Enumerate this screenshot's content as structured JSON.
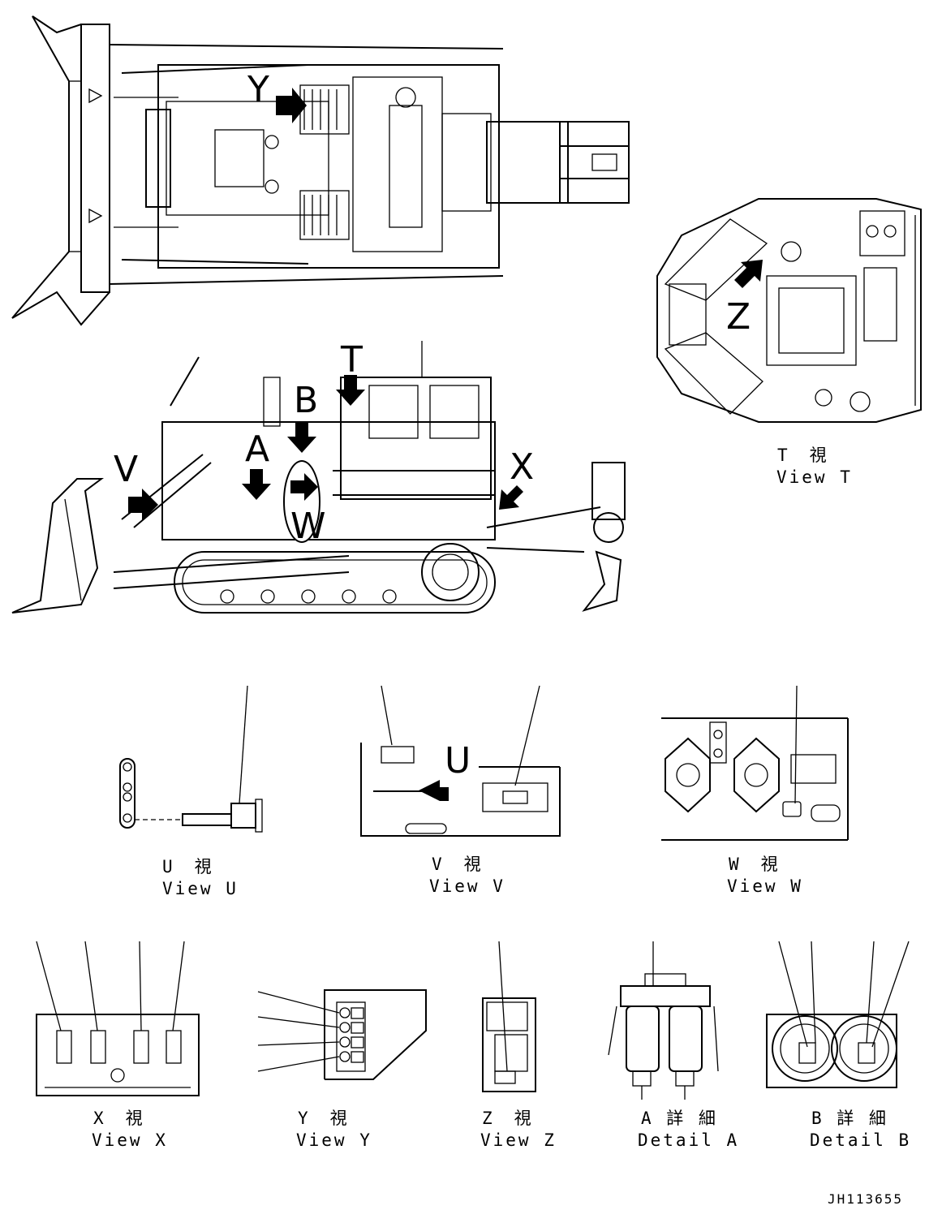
{
  "callouts": {
    "Y": "Y",
    "Z": "Z",
    "T": "T",
    "B": "B",
    "A": "A",
    "V": "V",
    "X": "X",
    "W": "W",
    "U": "U"
  },
  "captions": {
    "view_t": {
      "jp": "T　視",
      "en": "View T"
    },
    "view_u": {
      "jp": "U　視",
      "en": "View U"
    },
    "view_v": {
      "jp": "V　視",
      "en": "View V"
    },
    "view_w": {
      "jp": "W　視",
      "en": "View W"
    },
    "view_x": {
      "jp": "X　視",
      "en": "View X"
    },
    "view_y": {
      "jp": "Y　視",
      "en": "View Y"
    },
    "view_z": {
      "jp": "Z　視",
      "en": "View Z"
    },
    "detail_a": {
      "jp": "A 詳 細",
      "en": "Detail A"
    },
    "detail_b": {
      "jp": "B 詳 細",
      "en": "Detail B"
    }
  },
  "drawing_number": "JH113655"
}
